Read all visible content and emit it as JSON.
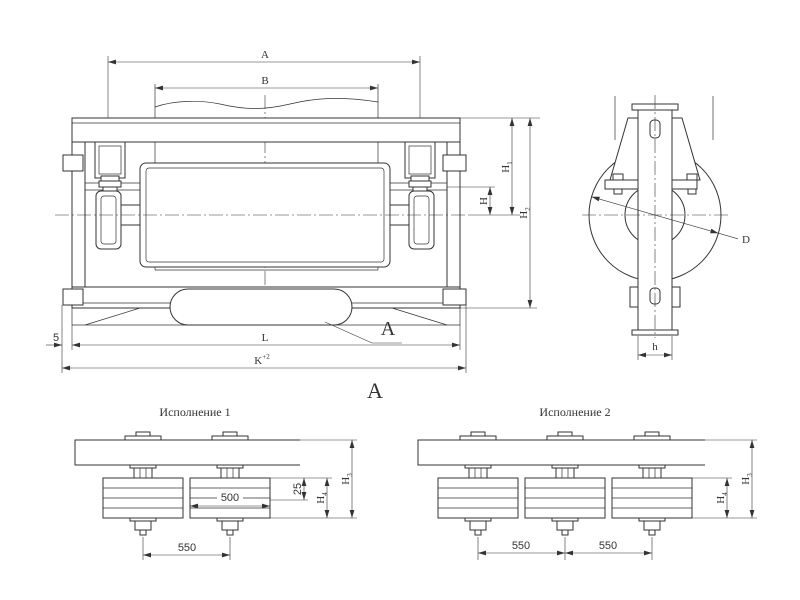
{
  "colors": {
    "line": "#333333",
    "background": "#ffffff"
  },
  "front_view": {
    "dim_A": "A",
    "dim_B": "B",
    "dim_H1": {
      "base": "H",
      "sub": "1"
    },
    "dim_H": "H",
    "dim_H2": {
      "base": "H",
      "sub": "2"
    },
    "dim_5": "5",
    "dim_L": "L",
    "dim_K": {
      "base": "K",
      "sup": "+2"
    },
    "view_callout": "A"
  },
  "side_view": {
    "dim_D": "D",
    "dim_h": "h"
  },
  "section_A_label": "A",
  "variant_1": {
    "title": "Исполнение 1",
    "dim_500": "500",
    "dim_25": "25",
    "dim_H4": {
      "base": "H",
      "sub": "4"
    },
    "dim_H3": {
      "base": "H",
      "sub": "3"
    },
    "dim_550": "550"
  },
  "variant_2": {
    "title": "Исполнение 2",
    "dim_H4": {
      "base": "H",
      "sub": "4"
    },
    "dim_H3": {
      "base": "H",
      "sub": "3"
    },
    "dim_550_left": "550",
    "dim_550_right": "550"
  }
}
